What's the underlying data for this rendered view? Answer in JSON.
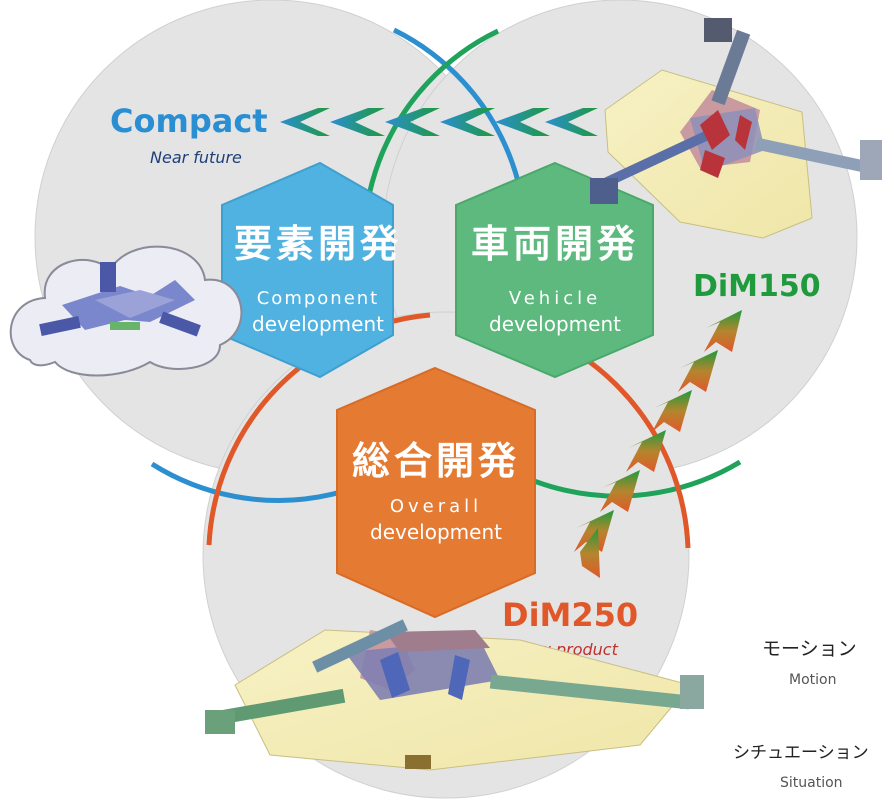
{
  "circles": {
    "component_color": "#2c8fd0",
    "vehicle_color": "#1fa35a",
    "overall_color": "#e0582a",
    "fill_color": "#e2e2e2"
  },
  "hexagons": {
    "component": {
      "title_jp": "要素開発",
      "sub_line1": "Component",
      "sub_line2": "development",
      "color": "#4fb2e0"
    },
    "vehicle": {
      "title_jp": "車両開発",
      "sub_line1": "Vehicle",
      "sub_line2": "development",
      "color": "#58b57a"
    },
    "overall": {
      "title_jp": "総合開発",
      "sub_line1": "Overall",
      "sub_line2": "development",
      "color": "#e57a33"
    }
  },
  "labels": {
    "compact": {
      "title": "Compact",
      "subtitle": "Near future",
      "color": "#2a8ed3",
      "sub_color": "#1f3f7a"
    },
    "dim150": {
      "title": "DiM150",
      "color": "#1f9a3c"
    },
    "dim250": {
      "title": "DiM250",
      "subtitle": "New product",
      "color": "#e0582a",
      "sub_color": "#c0312a"
    }
  },
  "side_legend": {
    "motion_jp": "モーション",
    "motion_en": "Motion",
    "situation_jp": "シチュエーション",
    "situation_en": "Situation"
  },
  "illustrations": {
    "cloud": "cloud-icon",
    "simulator_top": "simulator-icon",
    "simulator_bottom": "simulator-icon"
  }
}
